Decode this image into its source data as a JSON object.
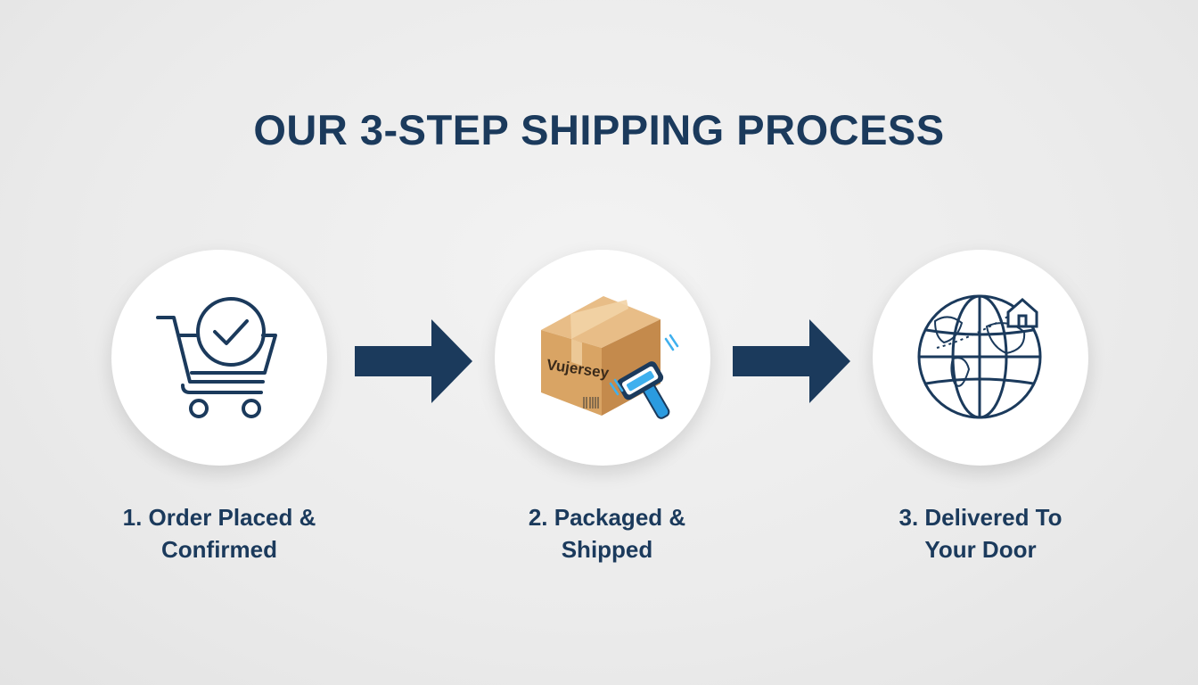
{
  "title": "OUR 3-STEP SHIPPING PROCESS",
  "colors": {
    "primary": "#1b3a5c",
    "box": "#d9a464",
    "scanner": "#2b9be0"
  },
  "steps": [
    {
      "icon": "cart-check-icon",
      "line1": "1. Order Placed &",
      "line2": "Confirmed"
    },
    {
      "icon": "package-scanner-icon",
      "box_text": "Vujersey",
      "line1": "2. Packaged &",
      "line2": "Shipped"
    },
    {
      "icon": "globe-house-icon",
      "line1": "3. Delivered To",
      "line2": "Your Door"
    }
  ]
}
